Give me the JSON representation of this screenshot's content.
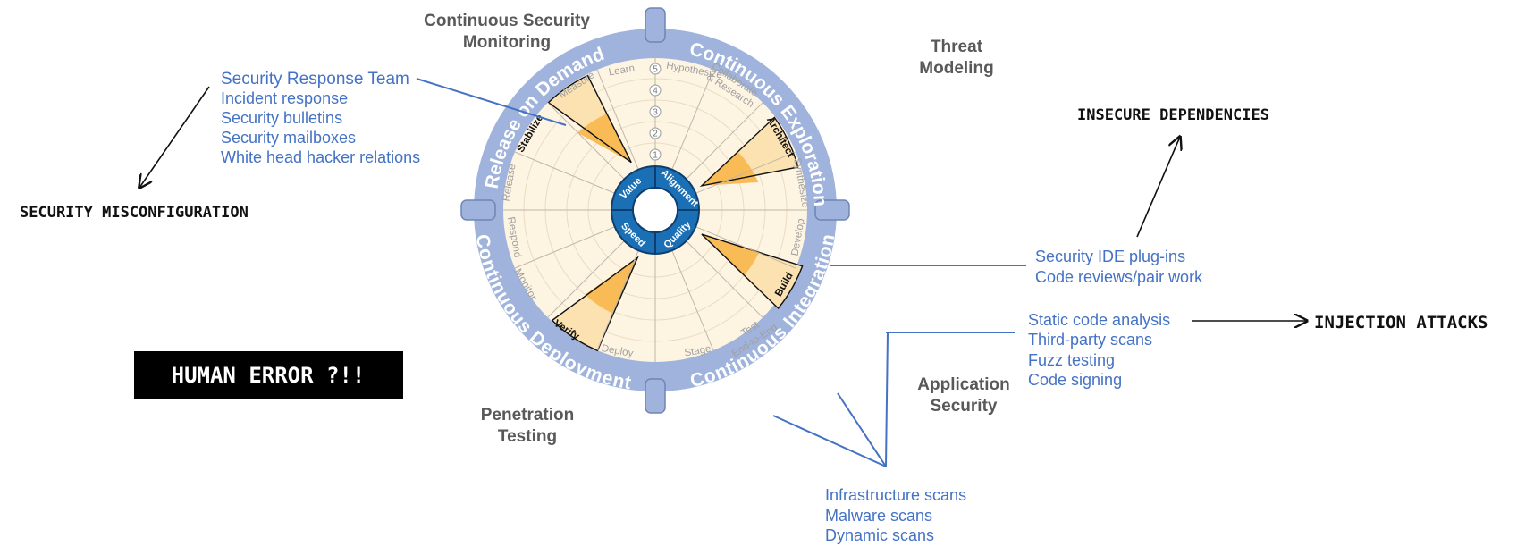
{
  "quadrants": {
    "monitoring": [
      "Continuous Security",
      "Monitoring"
    ],
    "threat": [
      "Threat",
      "Modeling"
    ],
    "appsec": [
      "Application",
      "Security"
    ],
    "pentest": [
      "Penetration",
      "Testing"
    ]
  },
  "ring_labels": {
    "release_on_demand": "Release on Demand",
    "continuous_exploration": "Continuous Exploration",
    "continuous_integration": "Continuous Integration",
    "continuous_deployment": "Continuous Deployment"
  },
  "spokes": {
    "hypothesize": "Hypothesize",
    "collaborate": [
      "Collaborate",
      "& Research"
    ],
    "architect": "Architect",
    "synthesize": "Synthesize",
    "develop": "Develop",
    "build": "Build",
    "test": [
      "Test",
      "End-to-End"
    ],
    "stage": "Stage",
    "deploy": "Deploy",
    "verify": "Verify",
    "monitor": "Monitor",
    "respond": "Respond",
    "release": "Release",
    "stabilize": "Stabilize",
    "measure": "Measure",
    "learn": "Learn"
  },
  "scale": [
    "1",
    "2",
    "3",
    "4",
    "5"
  ],
  "hub": {
    "value": "Value",
    "alignment": "Alignment",
    "quality": "Quality",
    "speed": "Speed"
  },
  "callouts": {
    "response": [
      "Security Response Team",
      "Incident response",
      "Security bulletins",
      "Security mailboxes",
      "White head hacker relations"
    ],
    "ide": [
      "Security IDE plug-ins",
      "Code reviews/pair work"
    ],
    "static": [
      "Static code analysis",
      "Third-party scans",
      "Fuzz testing",
      "Code signing"
    ],
    "infra": [
      "Infrastructure scans",
      "Malware scans",
      "Dynamic scans"
    ]
  },
  "annotations": {
    "misconfig": "SECURITY MISCONFIGURATION",
    "deps": "INSECURE DEPENDENCIES",
    "injection": "INJECTION ATTACKS",
    "human": "HUMAN ERROR ?!!"
  },
  "colors": {
    "ring": "#9fb3dc",
    "hub": "#1a6fb5",
    "callout": "#4472c4",
    "wedge_light": "#fde9c4",
    "wedge_dark": "#f8bb55"
  }
}
